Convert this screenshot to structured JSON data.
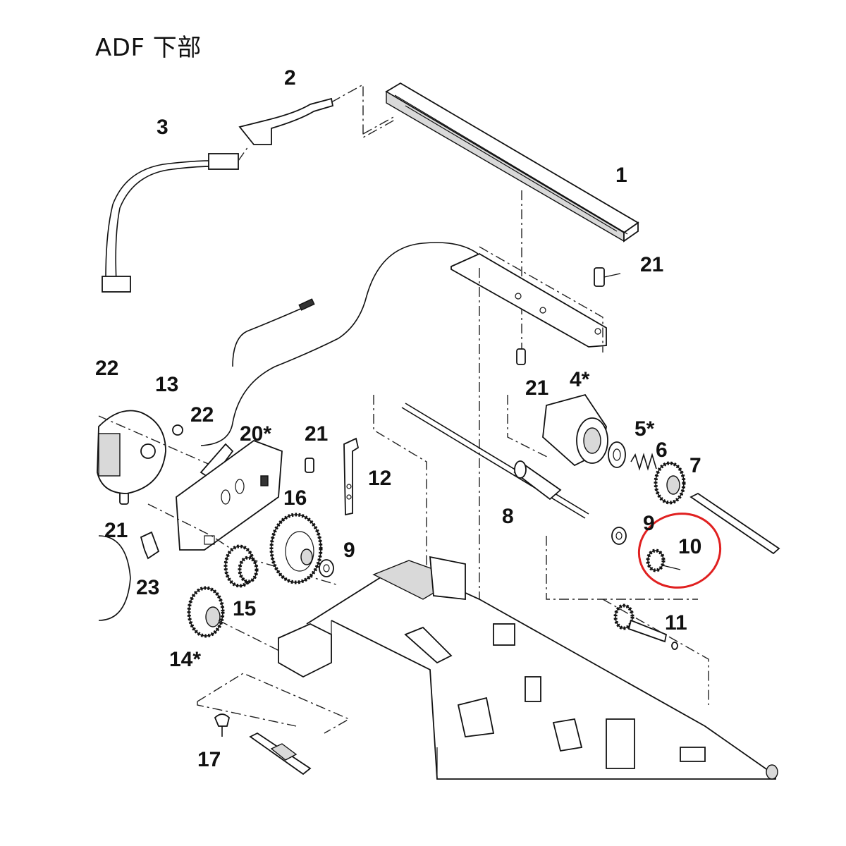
{
  "title": "ADF 下部",
  "highlight": {
    "color": "#e02020",
    "target": "10"
  },
  "callouts": [
    {
      "id": "c1",
      "label": "1"
    },
    {
      "id": "c2",
      "label": "2"
    },
    {
      "id": "c3",
      "label": "3"
    },
    {
      "id": "c4",
      "label": "4*"
    },
    {
      "id": "c5",
      "label": "5*"
    },
    {
      "id": "c6",
      "label": "6"
    },
    {
      "id": "c7",
      "label": "7"
    },
    {
      "id": "c8",
      "label": "8"
    },
    {
      "id": "c9a",
      "label": "9"
    },
    {
      "id": "c9b",
      "label": "9"
    },
    {
      "id": "c10",
      "label": "10"
    },
    {
      "id": "c11",
      "label": "11"
    },
    {
      "id": "c12",
      "label": "12"
    },
    {
      "id": "c13",
      "label": "13"
    },
    {
      "id": "c14",
      "label": "14*"
    },
    {
      "id": "c15",
      "label": "15"
    },
    {
      "id": "c16",
      "label": "16"
    },
    {
      "id": "c17",
      "label": "17"
    },
    {
      "id": "c20",
      "label": "20*"
    },
    {
      "id": "c21a",
      "label": "21"
    },
    {
      "id": "c21b",
      "label": "21"
    },
    {
      "id": "c21c",
      "label": "21"
    },
    {
      "id": "c21d",
      "label": "21"
    },
    {
      "id": "c22a",
      "label": "22"
    },
    {
      "id": "c22b",
      "label": "22"
    },
    {
      "id": "c23",
      "label": "23"
    }
  ]
}
